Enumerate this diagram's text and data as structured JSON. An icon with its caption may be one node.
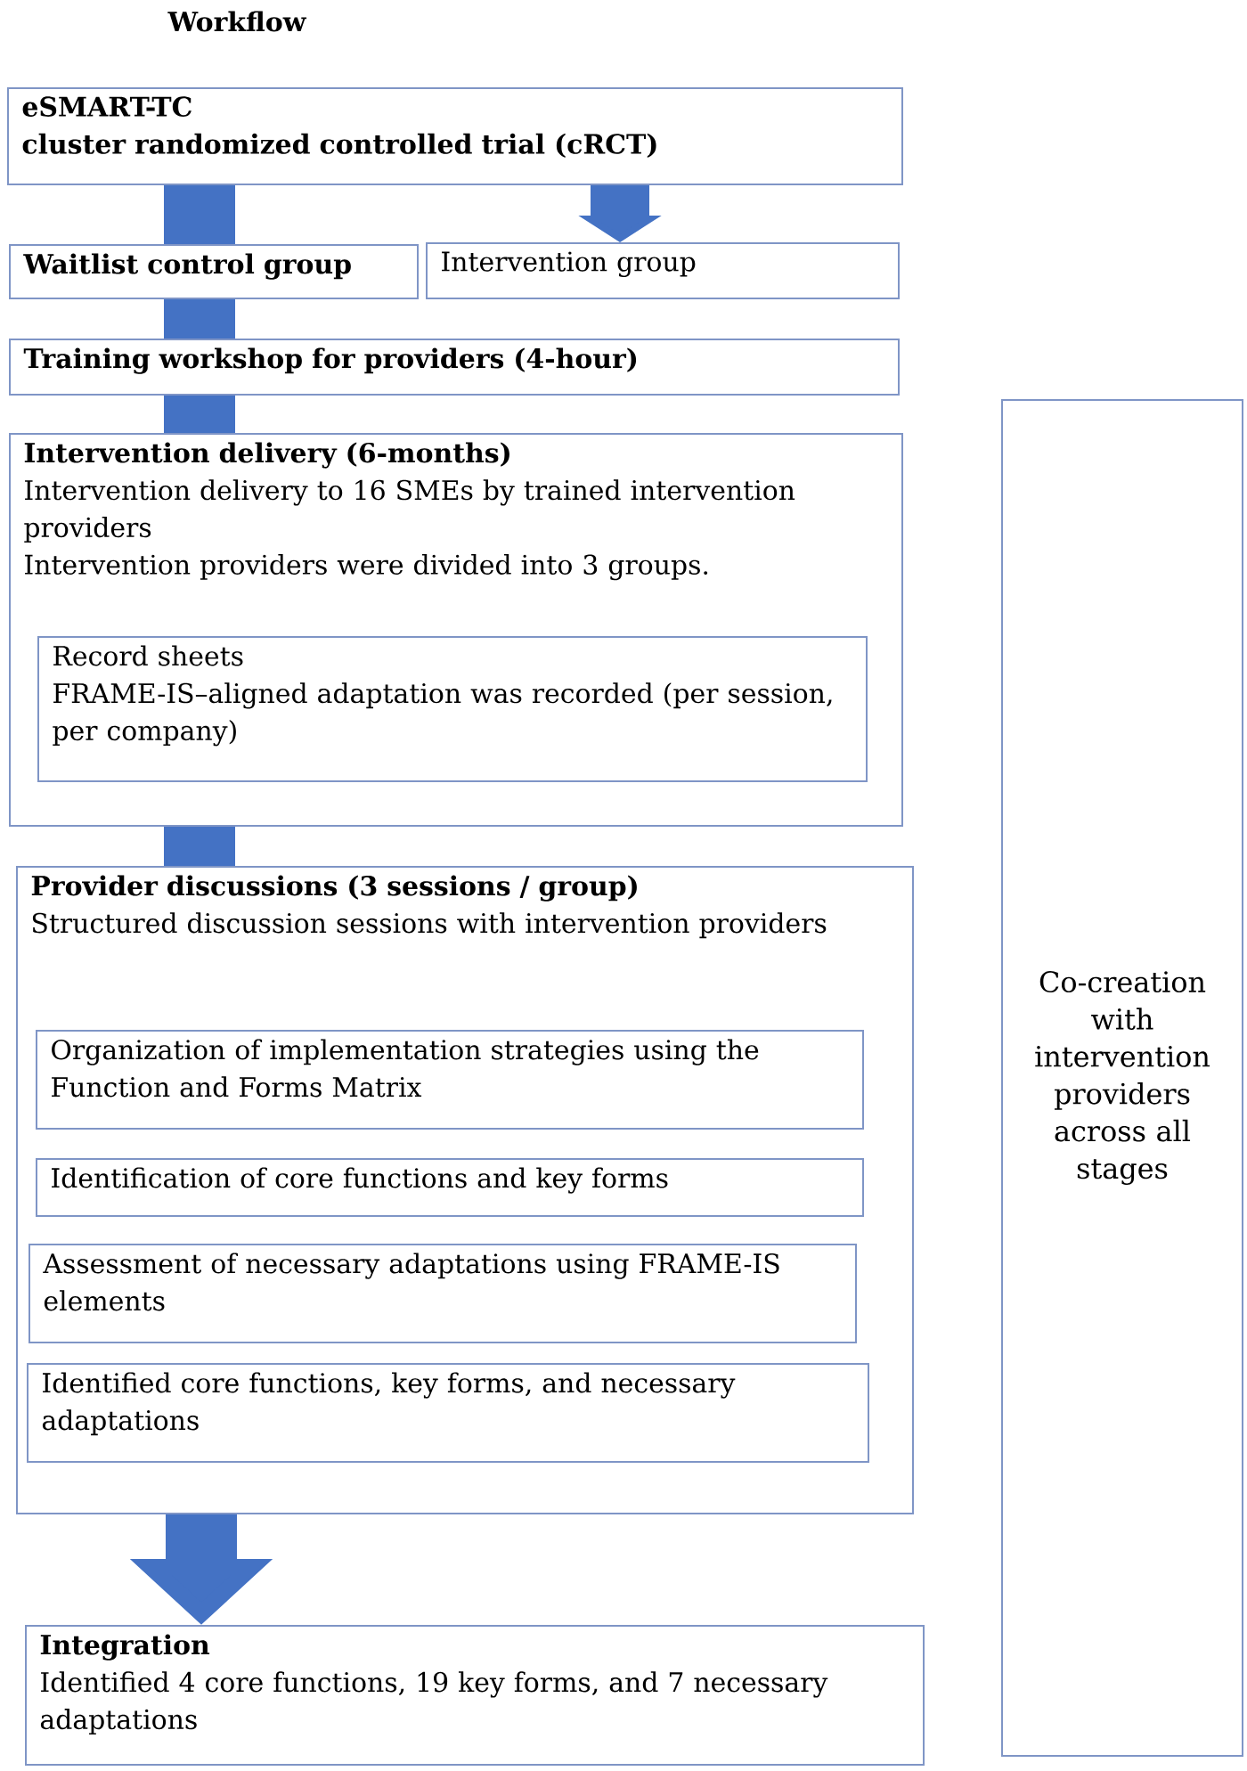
{
  "diagram": {
    "title": "Workflow",
    "nodes": [
      {
        "text": [
          "eSMART-TC",
          "cluster randomized controlled trial (cRCT)"
        ]
      },
      {
        "text": [
          "Waitlist control group"
        ]
      },
      {
        "text": [
          "Intervention group"
        ]
      },
      {
        "text": [
          "Training workshop for providers (4-hour)"
        ]
      },
      {
        "text": [
          "Intervention delivery (6-months)",
          "Intervention delivery to 16 SMEs by trained intervention providers",
          "Intervention providers were divided into 3 groups."
        ]
      },
      {
        "text": [
          "Record sheets",
          "FRAME-IS–aligned adaptation was recorded (per session, per company)"
        ],
        "in": 4
      },
      {
        "text": [
          "Provider discussions (3 sessions / group)",
          "Structured discussion sessions with intervention providers"
        ]
      },
      {
        "text": [
          "Organization of implementation strategies using the Function and Forms Matrix"
        ],
        "in": 6
      },
      {
        "text": [
          "Identification of core functions and key forms"
        ],
        "in": 6
      },
      {
        "text": [
          "Assessment of necessary adaptations using FRAME-IS elements"
        ],
        "in": 6
      },
      {
        "text": [
          "Identified core functions, key forms, and necessary adaptations"
        ],
        "in": 6
      },
      {
        "text": [
          "Integration",
          "Identified 4 core functions, 19 key forms, and 7 necessary adaptations"
        ]
      },
      {
        "text": [
          "Co-creation with intervention providers across all stages"
        ]
      }
    ],
    "edges": [
      {
        "from": 0,
        "to": 1,
        "arrow": "none"
      },
      {
        "from": 0,
        "to": 2,
        "arrow": "to"
      },
      {
        "from": 1,
        "to": 3,
        "arrow": "none"
      },
      {
        "from": 3,
        "to": 4,
        "arrow": "none"
      },
      {
        "from": 4,
        "to": 6,
        "arrow": "none"
      },
      {
        "from": 6,
        "to": 11,
        "arrow": "to"
      }
    ]
  }
}
